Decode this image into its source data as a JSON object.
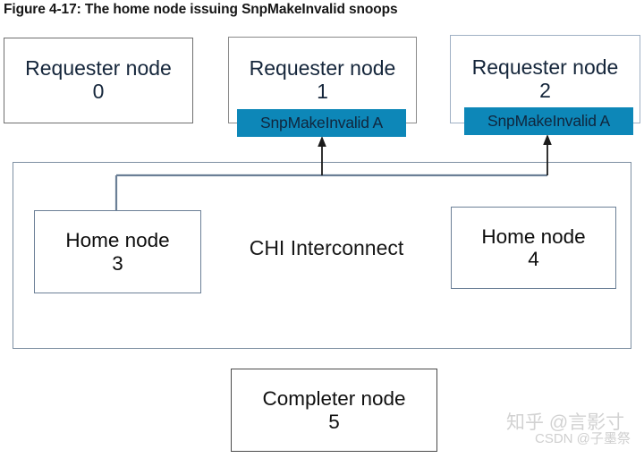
{
  "figure": {
    "title": "Figure 4-17: The home node issuing SnpMakeInvalid snoops"
  },
  "diagram": {
    "type": "block-diagram",
    "interconnect": {
      "label": "CHI Interconnect"
    },
    "requester_nodes": [
      {
        "line1": "Requester node",
        "line2": "0"
      },
      {
        "line1": "Requester node",
        "line2": "1"
      },
      {
        "line1": "Requester node",
        "line2": "2"
      }
    ],
    "home_nodes": [
      {
        "line1": "Home node",
        "line2": "3"
      },
      {
        "line1": "Home node",
        "line2": "4"
      }
    ],
    "completer_node": {
      "line1": "Completer node",
      "line2": "5"
    },
    "snoop_messages": [
      {
        "label": "SnpMakeInvalid A",
        "target": "Requester node 1"
      },
      {
        "label": "SnpMakeInvalid A",
        "target": "Requester node 2"
      }
    ],
    "colors": {
      "snoop_badge_fill": "#0d87b8",
      "snoop_badge_text": "#10263d",
      "requester_border": "#7f7f7f",
      "home_border": "#6b7f96",
      "interconnect_border": "#7d8fa2",
      "wire": "#6b7f96",
      "arrow": "#1b1b1b"
    }
  },
  "watermarks": {
    "zhihu": "知乎 @言影寸",
    "csdn": "CSDN @子墨祭"
  }
}
